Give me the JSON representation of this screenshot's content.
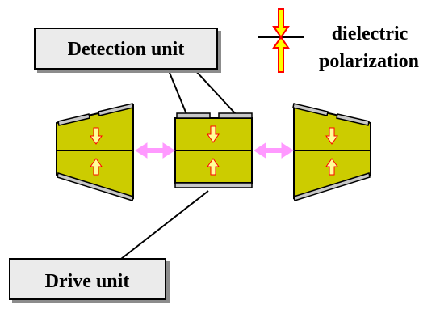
{
  "labels": {
    "detection_unit": "Detection unit",
    "drive_unit": "Drive unit",
    "legend_line1": "dielectric",
    "legend_line2": "polarization"
  },
  "colors": {
    "element_fill": "#cccc00",
    "element_stroke": "#000000",
    "electrode_fill": "#c8c8c8",
    "polarization_arrow_fill": "#ffff99",
    "polarization_arrow_stroke": "#ff0000",
    "legend_arrow_fill": "#ffff00",
    "legend_arrow_stroke": "#ff0000",
    "motion_arrow": "#ff99ff",
    "label_box_fill": "#ebebeb"
  },
  "icons": {
    "polarization_down": "arrow-down-icon",
    "polarization_up": "arrow-up-icon",
    "motion": "double-arrow-icon"
  }
}
